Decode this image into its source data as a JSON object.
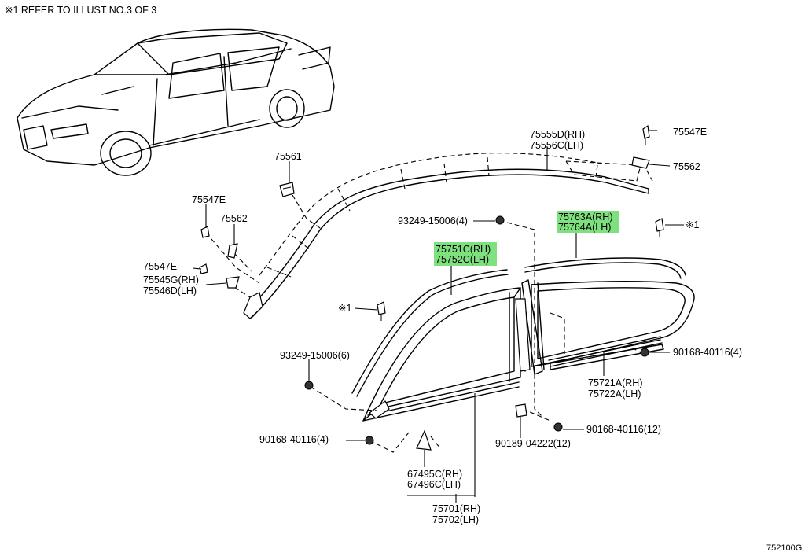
{
  "header_note": "※1 REFER TO ILLUST NO.3 OF 3",
  "figure_code": "752100G",
  "colors": {
    "highlight": "#7ee07e",
    "line": "#000000"
  },
  "callouts": {
    "p75555d": "75555D(RH)",
    "p75556c": "75556C(LH)",
    "p75547e_top": "75547E",
    "p75562_top": "75562",
    "p75561": "75561",
    "p75547e_left": "75547E",
    "p75562_left": "75562",
    "p75547e_mid": "75547E",
    "p75545g": "75545G(RH)",
    "p75546d": "75546D(LH)",
    "p93249_4": "93249-15006(4)",
    "p75763a": "75763A(RH)",
    "p75764a": "75764A(LH)",
    "ref1_right": "※1",
    "p75751c": "75751C(RH)",
    "p75752c": "75752C(LH)",
    "ref1_left": "※1",
    "p93249_6": "93249-15006(6)",
    "p90168_4_right": "90168-40116(4)",
    "p75721a": "75721A(RH)",
    "p75722a": "75722A(LH)",
    "p90168_12": "90168-40116(12)",
    "p90189": "90189-04222(12)",
    "p90168_4_left": "90168-40116(4)",
    "p67495c": "67495C(RH)",
    "p67496c": "67496C(LH)",
    "p75701": "75701(RH)",
    "p75702": "75702(LH)"
  }
}
